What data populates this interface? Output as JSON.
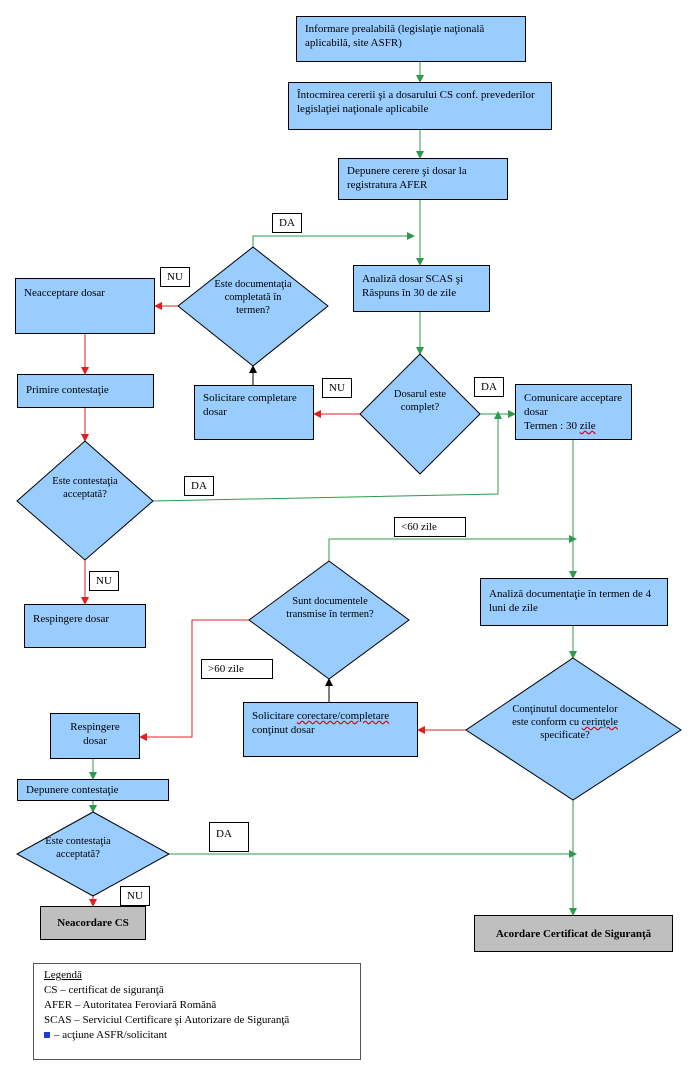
{
  "boxes": {
    "informare": "Informare prealabilă (legislaţie naţională aplicabilă, site ASFR)",
    "intocmirea": "Întocmirea cererii şi a dosarului CS conf. prevederilor legislaţiei naţionale aplicabile",
    "depunere_cerere": "Depunere cerere şi dosar la registratura AFER",
    "analiza_scas": "Analiză dosar SCAS şi Răspuns în 30 de zile",
    "neacceptare": "Neacceptare dosar",
    "primire_contestatie": "Primire contestaţie",
    "solicitare_completare": "Solicitare completare dosar",
    "comunicare_line1": "Comunicare acceptare dosar",
    "comunicare_line2_prefix": "Termen : 30 ",
    "comunicare_line2_word": "zile",
    "respingere_1": "Respingere dosar",
    "analiza_doc": "Analiză documentaţie în termen de 4 luni de zile",
    "solicitare_corectare_prefix": "Solicitare ",
    "solicitare_corectare_word": "corectare/completare",
    "solicitare_corectare_suffix": " conţinut dosar",
    "respingere_2": "Respingere dosar",
    "depunere_contestatie": "Depunere contestaţie",
    "neacordare": "Neacordare CS",
    "acordare": "Acordare Certificat de Siguranţă"
  },
  "decisions": {
    "documentatia": "Este documentaţia completată în termen?",
    "dosarul": "Dosarul este complet?",
    "contestatia_1": "Este contestaţia acceptată?",
    "documentele": "Sunt documentele transmise în termen?",
    "continutul_prefix": "Conţinutul documentelor este conform cu ",
    "continutul_word": "cerinţele",
    "continutul_suffix": " specificate?",
    "contestatia_2": "Este contestaţia acceptată?"
  },
  "labels": {
    "da_1": "DA",
    "nu_1": "NU",
    "nu_2": "NU",
    "da_2": "DA",
    "da_3": "DA",
    "nu_3": "NU",
    "lt60": "<60 zile",
    "gt60": ">60 zile",
    "da_4": "DA",
    "nu_4": "NU"
  },
  "legend": {
    "title": "Legendă",
    "cs": "CS – certificat de siguranţă",
    "afer": "AFER – Autoritatea Feroviară Română",
    "scas": "SCAS – Serviciul Certificare şi Autorizare de Siguranţă",
    "actiune": "– acţiune ASFR/solicitant"
  },
  "colors": {
    "box_fill": "#99ccff",
    "terminal_fill": "#bfbfbf",
    "yes_line": "#2e9a4e",
    "no_line": "#e02020",
    "back_line": "#000000"
  }
}
